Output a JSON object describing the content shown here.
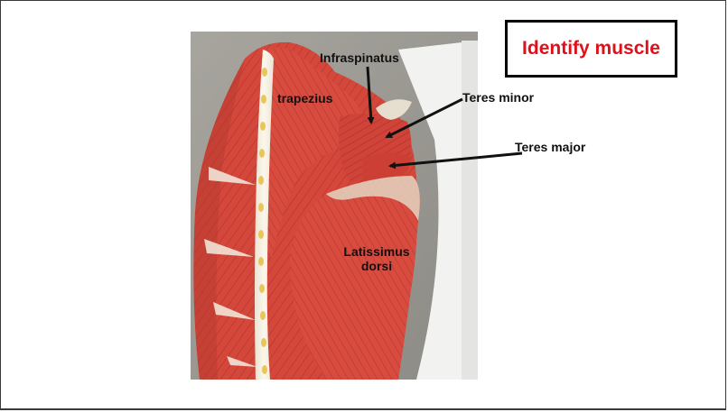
{
  "title": "Identify muscle",
  "labels": {
    "infraspinatus": "Infraspinatus",
    "trapezius": "trapezius",
    "teres_minor": "Teres minor",
    "teres_major": "Teres major",
    "latissimus_line1": "Latissimus",
    "latissimus_line2": "dorsi"
  },
  "colors": {
    "title": "#e0101a",
    "muscle": "#d2463b",
    "tendon": "#e8e2d4",
    "background_photo": "#9c9a93",
    "table": "#f1f1f0"
  }
}
